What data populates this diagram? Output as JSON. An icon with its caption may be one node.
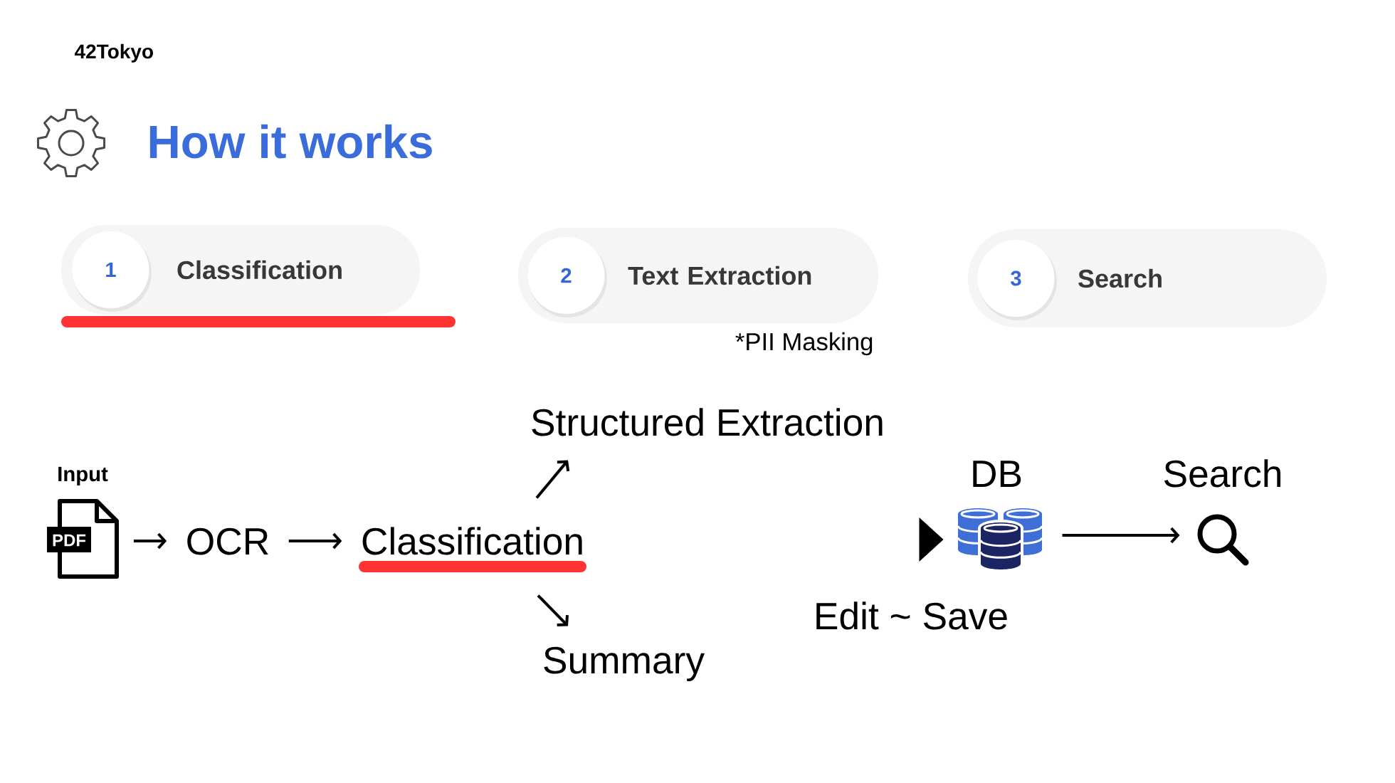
{
  "diagram": {
    "title": "How it works",
    "nodes": [
      {
        "text": [
          "Classification"
        ]
      },
      {
        "text": [
          "1"
        ],
        "in": 0
      },
      {
        "text": [
          "Text Extraction"
        ],
        "beside": [
          "*PII Masking"
        ]
      },
      {
        "text": [
          "2"
        ],
        "in": 2
      },
      {
        "text": [
          "Search"
        ]
      },
      {
        "text": [
          "3"
        ],
        "in": 4
      },
      {
        "text": [
          "PDF"
        ],
        "beside": [
          "Input"
        ]
      },
      {
        "text": [
          "OCR"
        ]
      },
      {
        "text": [
          "Classification"
        ]
      },
      {
        "text": [
          "Structured Extraction"
        ]
      },
      {
        "text": [
          "Summary"
        ]
      },
      {
        "text": [
          "DB"
        ]
      },
      {
        "text": [
          "Search"
        ]
      }
    ],
    "edges": [
      {
        "from": 6,
        "to": 7,
        "arrow": "to"
      },
      {
        "from": 7,
        "to": 8,
        "arrow": "to"
      },
      {
        "from": 8,
        "to": 9,
        "arrow": "to"
      },
      {
        "from": 8,
        "to": 10,
        "arrow": "to"
      },
      {
        "from": 11,
        "to": 12,
        "arrow": "to"
      },
      {
        "from": null,
        "to": 11,
        "arrow": "to",
        "label": "Edit ~ Save"
      }
    ],
    "labels": [
      "42Tokyo"
    ]
  }
}
